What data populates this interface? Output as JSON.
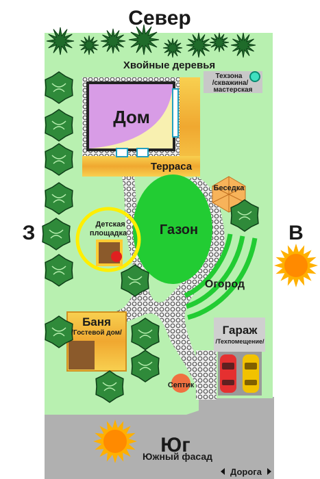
{
  "compass": {
    "north": "Север",
    "south": "Юг",
    "west": "З",
    "east": "В"
  },
  "zones": {
    "conifers": "Хвойные деревья",
    "tech_line1": "Техзона",
    "tech_line2": "/скважина/",
    "tech_line3": "мастерская",
    "house": "Дом",
    "terrace": "Терраса",
    "gazebo": "Беседка",
    "playground_line1": "Детская",
    "playground_line2": "площадка",
    "lawn": "Газон",
    "garden": "Огород",
    "banya": "Баня",
    "guesthouse": "/Гостевой дом/",
    "garage": "Гараж",
    "utility_room": "/Техпомещение/",
    "septic": "Септик",
    "south_facade": "Южный фасад",
    "road": "Дорога"
  },
  "colors": {
    "plot": "#b8f0b0",
    "lawn": "#22cc33",
    "house": "#d49ce0",
    "terrace": "#f5c040",
    "banya": "#f0c040",
    "gazebo": "#f7b35a",
    "garage": "#cfcfcf",
    "road": "#b0b0b0",
    "path": "#e8e8e8",
    "sun": "#ff8a00",
    "car_red": "#e53030",
    "car_yellow": "#f2c200",
    "septic": "#f07040",
    "playground_ring": "#ffee00"
  }
}
